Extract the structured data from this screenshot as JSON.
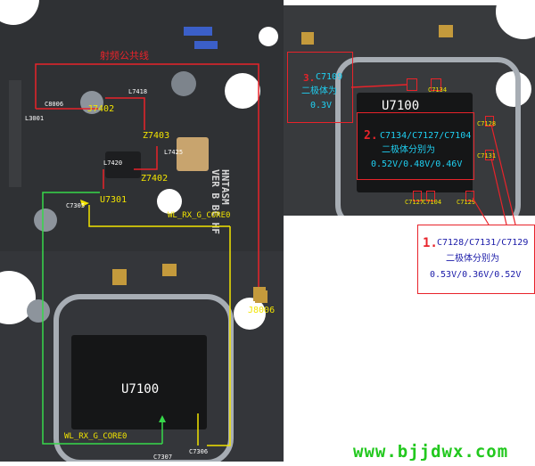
{
  "top_left_panel": {
    "rf_line_label": "射频公共线",
    "board_text": "HNTASM\nVER B BC HF",
    "components": [
      "L3001",
      "C8006",
      "J7402",
      "L7418",
      "Z7403",
      "L7425",
      "L7420",
      "Z7402",
      "C7305",
      "U7301",
      "WL_RX_G_CORE0"
    ]
  },
  "right_panel": {
    "chip": "U7100",
    "note3": {
      "num": "3.",
      "part": "C7109",
      "l2": "二极体为",
      "val": "0.3V"
    },
    "note2": {
      "num": "2.",
      "parts": "C7134/C7127/C7104",
      "l2": "二极体分别为",
      "vals": "0.52V/0.48V/0.46V"
    },
    "note1": {
      "num": "1.",
      "parts": "C7128/C7131/C7129",
      "l2": "二极体分别为",
      "vals": "0.53V/0.36V/0.52V"
    },
    "small_labels": [
      "C7134",
      "C7128",
      "C7131",
      "C7127",
      "C7104",
      "C7129"
    ]
  },
  "bottom_panel": {
    "chip": "U7100",
    "labels": {
      "wl_rx": "WL_RX_G_CORE0",
      "c7307": "C7307",
      "c7306": "C7306",
      "j8006": "J8006"
    }
  },
  "watermark": "www.bjjdwx.com",
  "colors": {
    "annotation_red": "#e8232a",
    "trace_yellow": "#f2e400",
    "trace_green": "#37d84a",
    "note_cyan": "#1fd0f2",
    "note_blue": "#1a1aa8",
    "watermark_green": "#22c81e"
  }
}
